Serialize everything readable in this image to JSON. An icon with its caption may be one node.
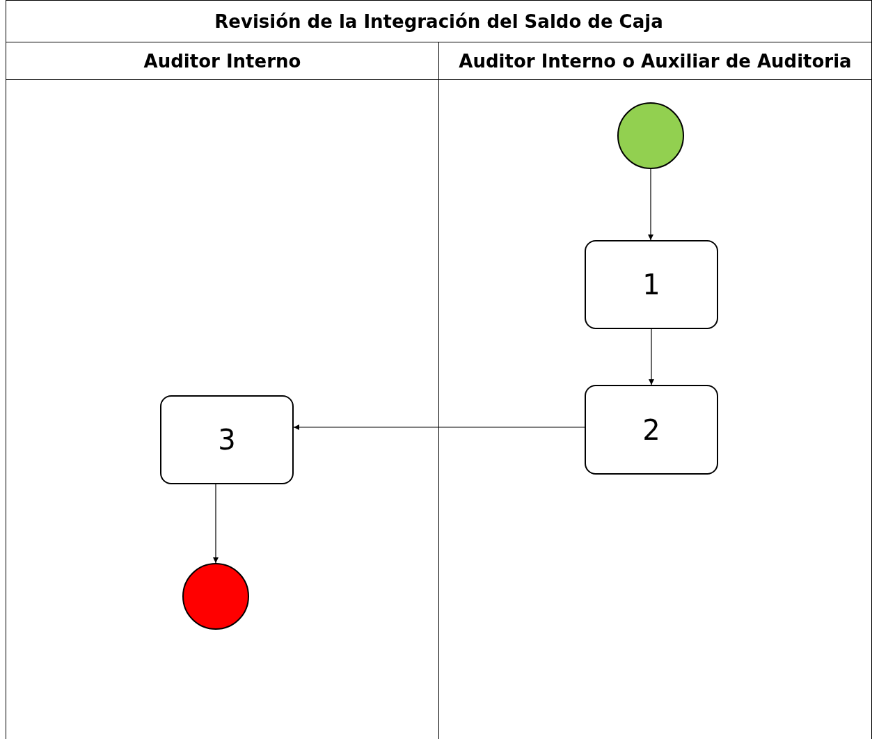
{
  "diagram": {
    "title": "Revisión de la Integración del Saldo de Caja",
    "nodes": [
      {
        "text": [
          "Auditor Interno"
        ]
      },
      {
        "text": [
          "Auditor Interno o Auxiliar de Auditoria"
        ]
      },
      {
        "text": [],
        "shape": "circle",
        "in": 1
      },
      {
        "text": [
          "1"
        ],
        "in": 1
      },
      {
        "text": [
          "2"
        ],
        "in": 1
      },
      {
        "text": [
          "3"
        ],
        "in": 0
      },
      {
        "text": [],
        "shape": "circle",
        "in": 0
      }
    ],
    "edges": [
      {
        "from": 2,
        "to": 3,
        "arrow": "to"
      },
      {
        "from": 3,
        "to": 4,
        "arrow": "to"
      },
      {
        "from": 4,
        "to": 5,
        "arrow": "to"
      },
      {
        "from": 5,
        "to": 6,
        "arrow": "to"
      }
    ]
  }
}
